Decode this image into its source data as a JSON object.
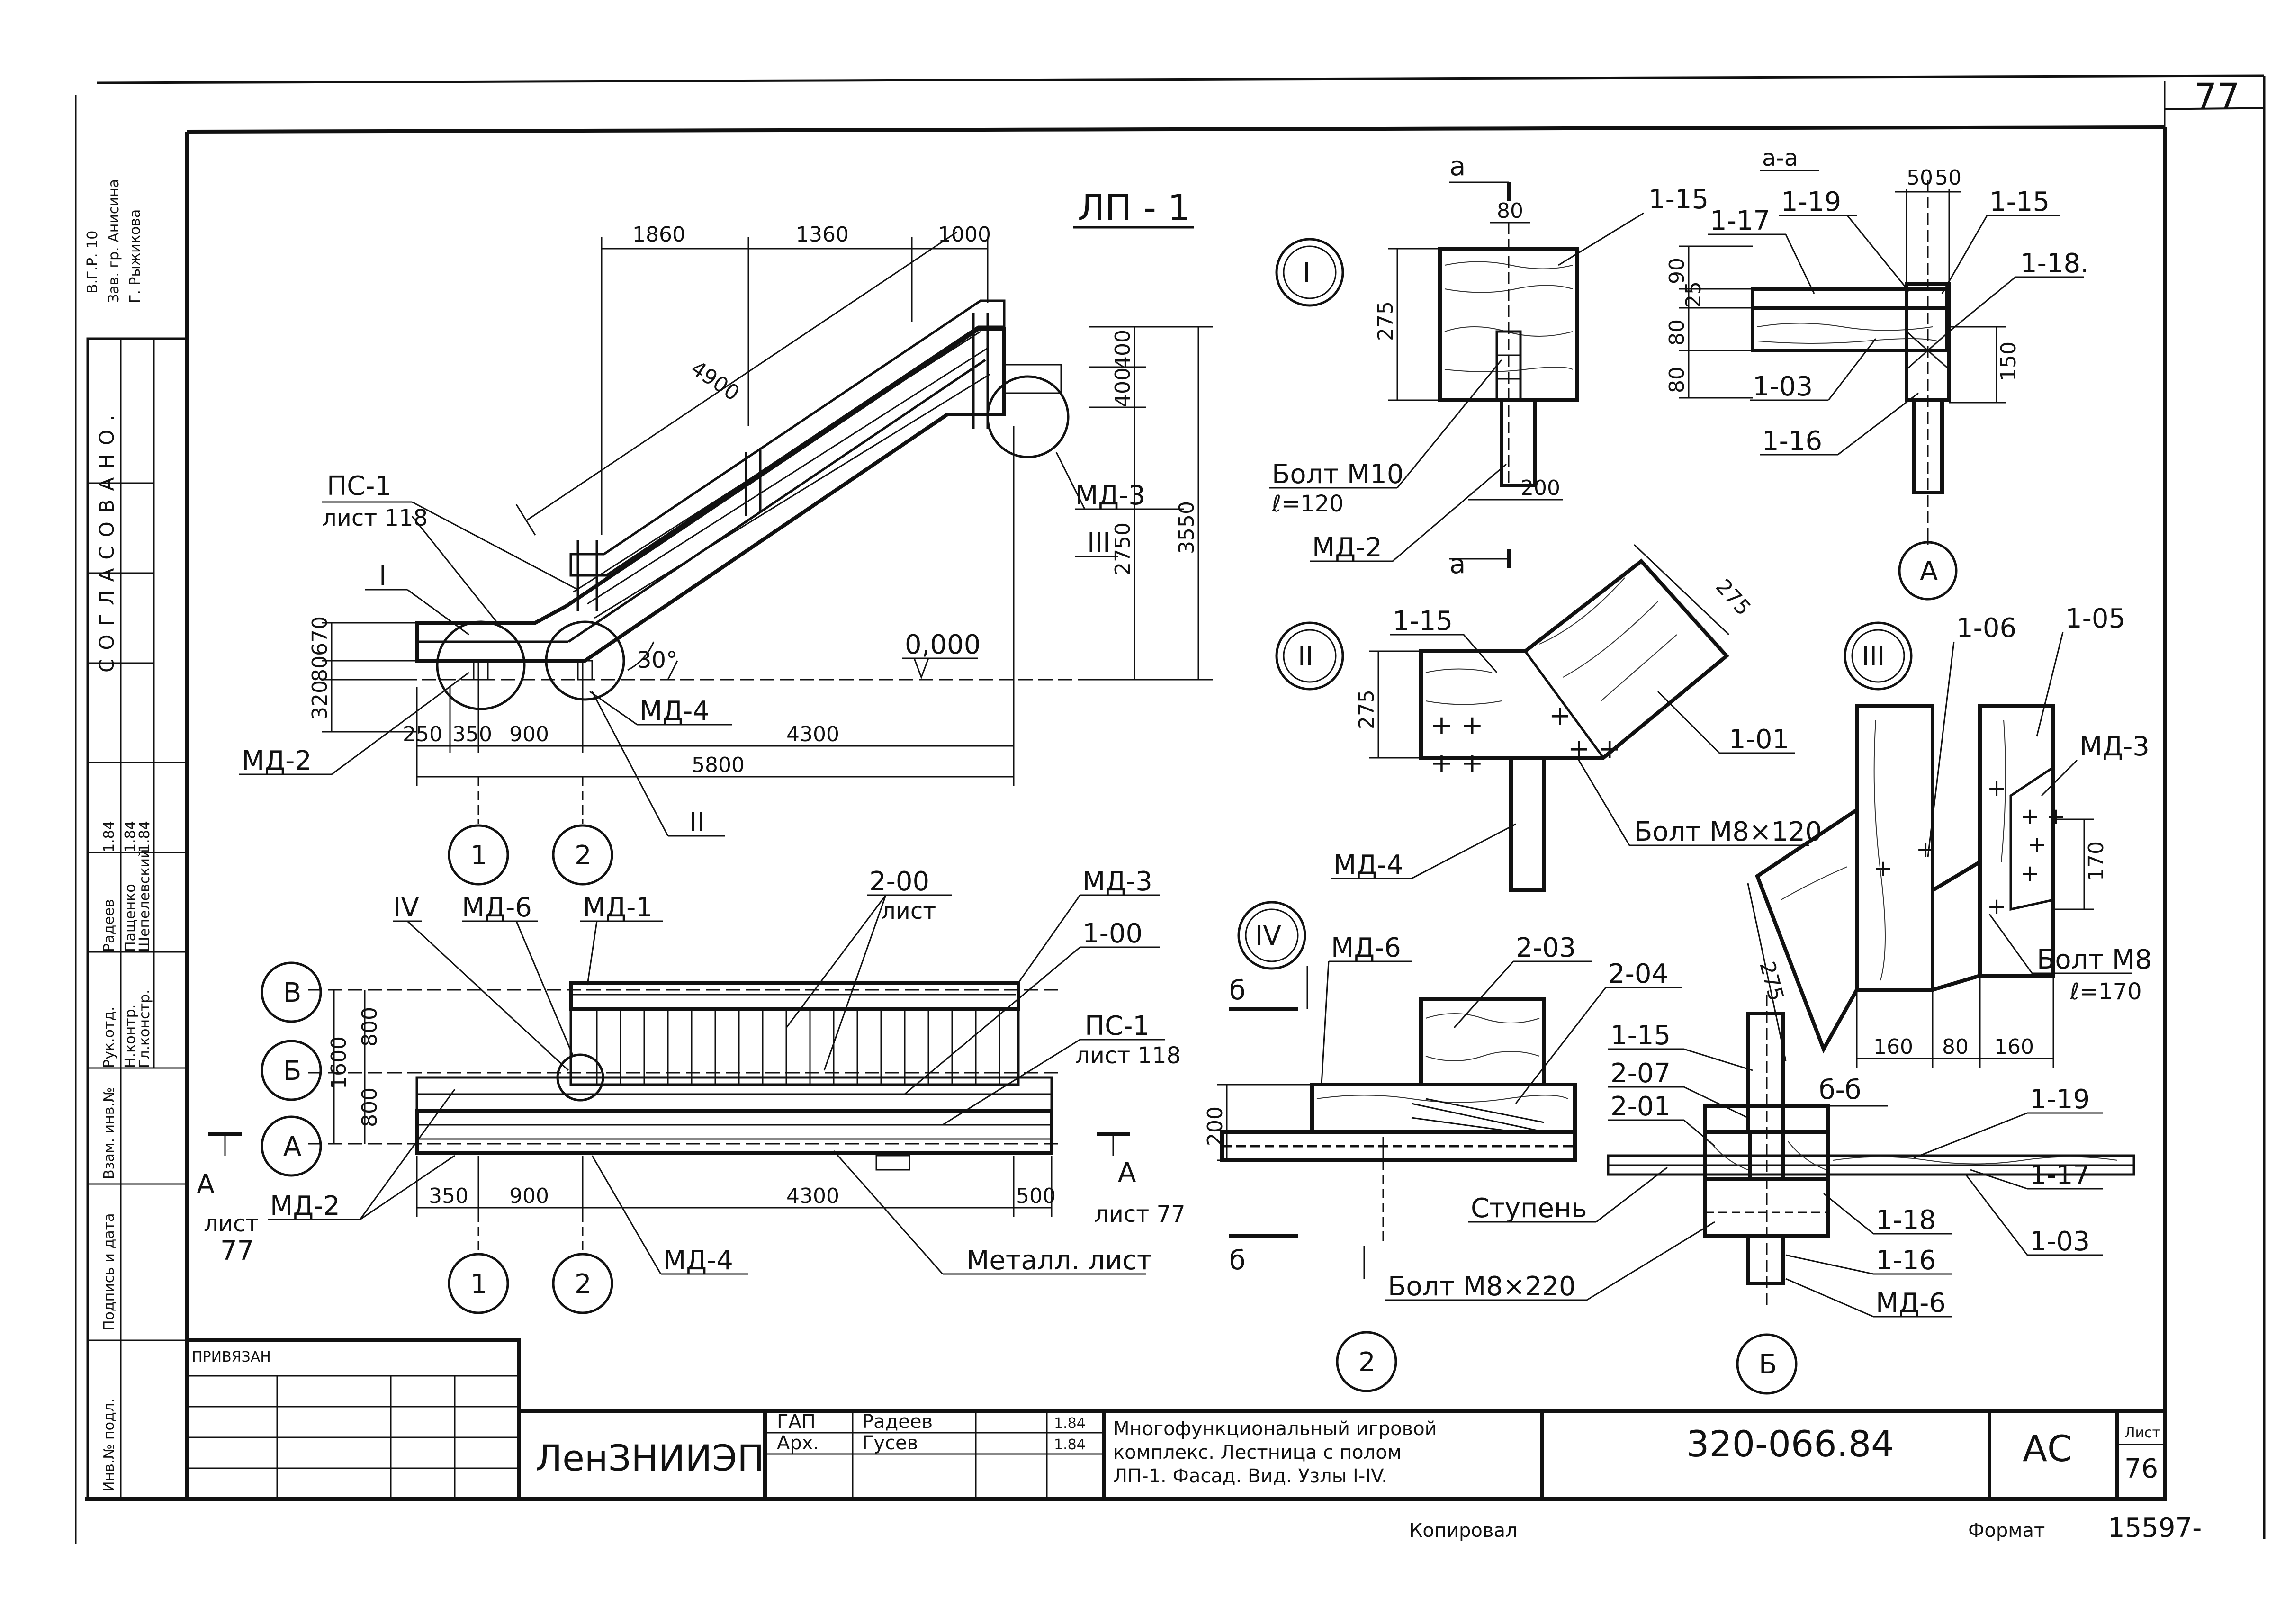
{
  "page_number": "77",
  "main_view": {
    "title": "ЛП - 1",
    "dims_top": [
      "1860",
      "1360",
      "1000"
    ],
    "dim_flight": "4900",
    "dims_right": [
      "400",
      "400",
      "2750",
      "3550"
    ],
    "dims_left": [
      "670",
      "80",
      "320"
    ],
    "dims_bottom_1": [
      "250",
      "350",
      "900",
      "4300"
    ],
    "dim_total": "5800",
    "angle": "30°",
    "level": "0,000",
    "callouts": [
      "ПС-1",
      "лист 118",
      "МД-3",
      "МД-2",
      "МД-4"
    ],
    "node_refs": [
      "I",
      "II",
      "III"
    ],
    "axes": [
      "1",
      "2"
    ]
  },
  "plan_view": {
    "rows": [
      "В",
      "Б",
      "А"
    ],
    "dims_left": [
      "800",
      "1600",
      "800"
    ],
    "dims_bottom": [
      "350",
      "900",
      "4300",
      "500"
    ],
    "callouts": [
      "IV",
      "МД-6",
      "МД-1",
      "2-00",
      "лист",
      "МД-3",
      "1-00",
      "ПС-1",
      "лист 118",
      "МД-2",
      "МД-4",
      "Металл. лист"
    ],
    "section_left": [
      "А",
      "лист",
      "77"
    ],
    "section_right": [
      "А",
      "лист 77"
    ],
    "axes": [
      "1",
      "2"
    ]
  },
  "node_1": {
    "id": "I",
    "dims": [
      "80",
      "275",
      "200"
    ],
    "labels": [
      "1-15",
      "Болт М10",
      "ℓ=120",
      "МД-2"
    ],
    "cut_mark": "а"
  },
  "section_aa": {
    "title": "а-а",
    "dims": [
      "50",
      "50",
      "90",
      "25",
      "80",
      "80",
      "150"
    ],
    "labels": [
      "1-17",
      "1-19",
      "1-15",
      "1-18.",
      "1-03",
      "1-16"
    ],
    "axis": "А"
  },
  "node_2": {
    "id": "II",
    "dims": [
      "275",
      "275"
    ],
    "labels": [
      "1-15",
      "1-01",
      "Болт М8×120",
      "МД-4"
    ]
  },
  "node_3": {
    "id": "III",
    "dims": [
      "170",
      "275",
      "160",
      "80",
      "160"
    ],
    "labels": [
      "1-06",
      "1-05",
      "МД-3",
      "Болт М8",
      "ℓ=170"
    ],
    "section_title": "б-б"
  },
  "node_4": {
    "id": "IV",
    "dims": [
      "200"
    ],
    "labels": [
      "МД-6",
      "2-03",
      "2-04",
      "1-15",
      "2-07",
      "2-01",
      "Ступень",
      "Болт М8×220",
      "1-19",
      "1-17",
      "1-18",
      "1-16",
      "1-03",
      "МД-6"
    ],
    "cut_mark": "б",
    "axes": [
      "2",
      "Б"
    ]
  },
  "left_strip": {
    "agreed": "СОГЛАСОВАНО.",
    "top_note": [
      "В.Г.Р. 10",
      "Зав. гр. Анисина",
      "Г. Рыжикова"
    ],
    "signers": [
      {
        "role": "Рук.отд.",
        "name": "Радеев",
        "date": "1.84"
      },
      {
        "role": "Н.контр.",
        "name": "Пащенко",
        "date": "1.84"
      },
      {
        "role": "Гл.констр.",
        "name": "Шепелевский",
        "date": "1.84"
      }
    ],
    "fields": [
      "Инв.№ подл.",
      "Подпись и дата",
      "Взам. инв.№"
    ]
  },
  "title_block": {
    "bound": "ПРИВЯЗАН",
    "org": "ЛенЗНИИЭП",
    "staff": [
      {
        "role": "ГАП",
        "name": "Радеев",
        "date": "1.84"
      },
      {
        "role": "Арх.",
        "name": "Гусев",
        "date": "1.84"
      }
    ],
    "description": [
      "Многофункциональный игровой",
      "комплекс. Лестница с полом",
      "ЛП-1. Фасад. Вид. Узлы I-IV."
    ],
    "code": "320-066.84",
    "stage": "АС",
    "sheet_label": "Лист",
    "sheet": "76"
  },
  "footer": {
    "copied": "Копировал",
    "format": "Формат",
    "number": "15597-"
  }
}
